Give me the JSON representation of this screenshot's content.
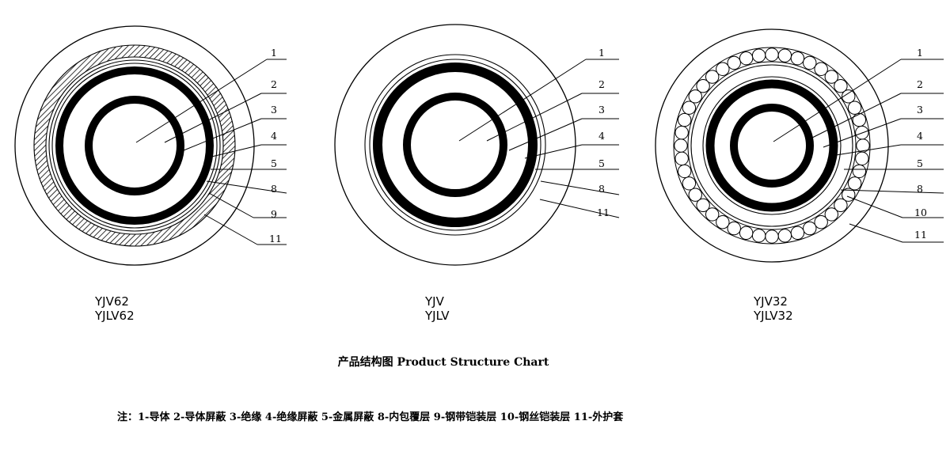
{
  "cables": [
    {
      "id": "yjv62",
      "models": [
        "YJV62",
        "YJLV62"
      ],
      "callouts": [
        "1",
        "2",
        "3",
        "4",
        "5",
        "8",
        "9",
        "11"
      ]
    },
    {
      "id": "yjv",
      "models": [
        "YJV",
        "YJLV"
      ],
      "callouts": [
        "1",
        "2",
        "3",
        "4",
        "5",
        "8",
        "11"
      ]
    },
    {
      "id": "yjv32",
      "models": [
        "YJV32",
        "YJLV32"
      ],
      "callouts": [
        "1",
        "2",
        "3",
        "4",
        "5",
        "8",
        "10",
        "11"
      ]
    }
  ],
  "title": "产品结构图  Product Structure Chart",
  "legend": "注：1-导体 2-导体屏蔽 3-绝缘 4-绝缘屏蔽 5-金属屏蔽 8-内包覆层   9-钢带铠装层 10-钢丝铠装层 11-外护套"
}
